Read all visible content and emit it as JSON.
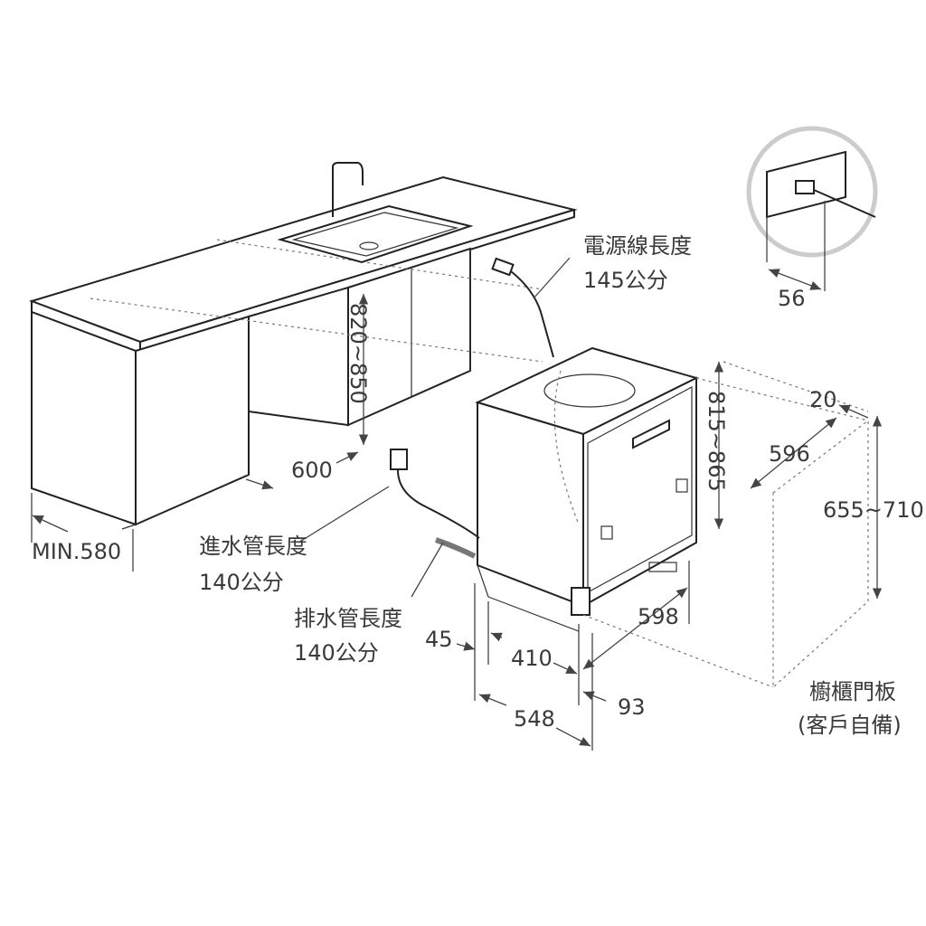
{
  "labels": {
    "power_cord_title": "電源線長度",
    "power_cord_length": "145公分",
    "plug_depth": "56",
    "panel_thickness": "20",
    "panel_width": "596",
    "panel_height": "655~710",
    "unit_height": "815~865",
    "niche_height": "820~850",
    "niche_depth": "600",
    "min_width": "MIN.580",
    "inlet_hose_title": "進水管長度",
    "inlet_hose_length": "140公分",
    "drain_hose_title": "排水管長度",
    "drain_hose_length": "140公分",
    "plinth_offset": "45",
    "base_depth": "410",
    "unit_width": "598",
    "door_offset": "93",
    "unit_depth": "548",
    "door_panel_title": "櫥櫃門板",
    "door_panel_note": "(客戶自備)"
  }
}
